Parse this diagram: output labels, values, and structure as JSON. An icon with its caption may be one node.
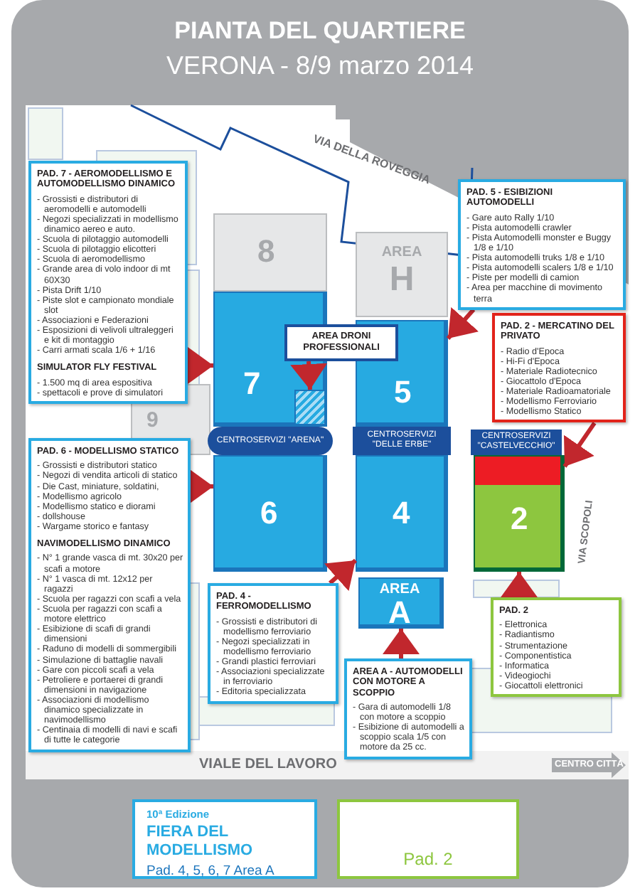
{
  "diagram": {
    "title": "PIANTA DEL QUARTIERE",
    "nodes": [
      {
        "text": [
          "PAD. 7 - AEROMODELLISMO E AUTOMODELLISMO DINAMICO",
          "- Grossisti e distributori di aeromodelli e automodelli",
          "- Negozi specializzati in modellismo dinamico aereo e auto.",
          "- Scuola di pilotaggio automodelli",
          "- Scuola di pilotaggio elicotteri",
          "- Scuola di aeromodellismo",
          "- Grande area di volo indoor di mt 60X30",
          "- Pista Drift 1/10",
          "- Piste slot e campionato mondiale slot",
          "- Associazioni e Federazioni",
          "- Esposizioni di velivoli ultraleggeri e kit di montaggio",
          "- Carri armati scala 1/6 + 1/16",
          "SIMULATOR FLY FESTIVAL",
          "- 1.500 mq di area espositiva",
          "- spettacoli e prove di simulatori"
        ]
      },
      {
        "text": [
          "8"
        ]
      },
      {
        "text": [
          "AREA",
          "H"
        ]
      },
      {
        "text": [
          "PAD. 5 - ESIBIZIONI AUTOMODELLI",
          "- Gare auto Rally 1/10",
          "- Pista automodelli crawler",
          "- Pista Automodelli monster e Buggy 1/8 e 1/10",
          "- Pista automodelli truks 1/8 e 1/10",
          "- Pista automodelli scalers 1/8 e 1/10",
          "- Piste per modelli di camion",
          "- Area per macchine di movimento terra"
        ]
      },
      {
        "text": [
          "AREA DRONI PROFESSIONALI"
        ]
      },
      {
        "text": [
          "7"
        ]
      },
      {
        "text": [],
        "shape": "box",
        "in": 5
      },
      {
        "text": [
          "5"
        ]
      },
      {
        "text": [
          "PAD. 2 - MERCATINO DEL PRIVATO",
          "- Radio d'Epoca",
          "- Hi-Fi d'Epoca",
          "- Materiale Radiotecnico",
          "- Giocattolo d'Epoca",
          "- Materiale Radioamatoriale",
          "- Modellismo Ferroviario",
          "- Modellismo Statico"
        ]
      },
      {
        "text": [
          "9"
        ]
      },
      {
        "text": [
          "CENTROSERVIZI \"ARENA\""
        ]
      },
      {
        "text": [
          "CENTROSERVIZI \"DELLE ERBE\""
        ]
      },
      {
        "text": [
          "CENTROSERVIZI \"CASTELVECCHIO\""
        ]
      },
      {
        "text": [
          "PAD. 6 - MODELLISMO STATICO",
          "- Grossisti e distributori statico",
          "- Negozi di vendita articoli di statico",
          "- Die Cast, miniature, soldatini,",
          "- Modellismo agricolo",
          "- Modellismo statico e diorami",
          "- dollshouse",
          "- Wargame storico e fantasy",
          "NAVIMODELLISMO DINAMICO",
          "- N° 1 grande vasca di mt. 30x20 per scafi a motore",
          "- N° 1 vasca di mt. 12x12 per ragazzi",
          "- Scuola per ragazzi con scafi a vela",
          "- Scuola per ragazzi con scafi a motore elettrico",
          "- Esibizione di scafi di grandi dimensioni",
          "- Raduno di modelli di sommergibili",
          "- Simulazione di battaglie navali",
          "- Gare con piccoli scafi a vela",
          "- Petroliere e portaerei di grandi dimensioni in navigazione",
          "- Associazioni di modellismo dinamico specializzate in navimodellismo",
          "- Centinaia di modelli di navi e scafi di tutte le categorie"
        ]
      },
      {
        "text": [
          "6"
        ]
      },
      {
        "text": [
          "4"
        ]
      },
      {
        "text": [
          "2"
        ]
      },
      {
        "text": [
          "PAD. 4 - FERROMODELLISMO",
          "- Grossisti e distributori di modellismo ferroviario",
          "- Negozi specializzati in modellismo ferroviario",
          "- Grandi plastici ferroviari",
          "- Associazioni specializzate in ferroviario",
          "- Editoria specializzata"
        ]
      },
      {
        "text": [
          "AREA",
          "A"
        ]
      },
      {
        "text": [
          "PAD. 2",
          "- Elettronica",
          "- Radiantismo",
          "- Strumentazione",
          "- Componentistica",
          "- Informatica",
          "- Videogiochi",
          "- Giocattoli elettronici"
        ]
      },
      {
        "text": [
          "AREA A - AUTOMODELLI CON MOTORE A SCOPPIO",
          "- Gara di automodelli 1/8 con motore a scoppio",
          "- Esibizione di automodelli a scoppio scala 1/5 con motore da 25 cc."
        ]
      },
      {
        "text": [
          "10ª Edizione",
          "FIERA DEL MODELLISMO",
          "Pad. 4, 5, 6, 7 Area A"
        ]
      },
      {
        "text": [
          "Pad. 2"
        ]
      }
    ],
    "edges": [
      {
        "from": 0,
        "to": 5,
        "arrow": "to"
      },
      {
        "from": 3,
        "to": 7,
        "arrow": "to"
      },
      {
        "from": 4,
        "to": 6,
        "arrow": "to"
      },
      {
        "from": 8,
        "to": 16,
        "arrow": "to"
      },
      {
        "from": 13,
        "to": 14,
        "arrow": "to"
      },
      {
        "from": 17,
        "to": 15,
        "arrow": "to"
      },
      {
        "from": 20,
        "to": 18,
        "arrow": "to"
      },
      {
        "from": 19,
        "to": 16,
        "arrow": "to"
      }
    ],
    "labels": [
      "VERONA - 8/9 marzo 2014",
      "VIA DELLA ROVEGGIA",
      "VIA SCOPOLI",
      "VIALE DEL LAVORO",
      "CENTRO CITTÀ"
    ]
  }
}
